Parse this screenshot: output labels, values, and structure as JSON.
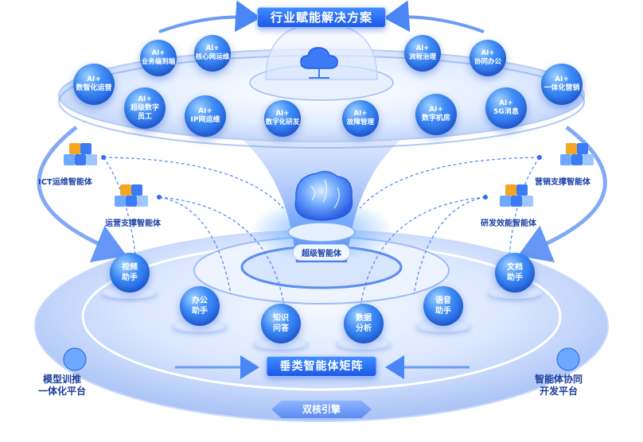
{
  "title": "行业赋能解决方案",
  "matrix_title": "垂类智能体矩阵",
  "core_title": "双核引擎",
  "super_agent": "超级智能体",
  "top_spheres": [
    {
      "lines": [
        "AI+",
        "数智化运营"
      ]
    },
    {
      "lines": [
        "AI+",
        "业务编到端"
      ]
    },
    {
      "lines": [
        "AI+",
        "核心网运维"
      ]
    },
    {
      "lines": [
        "AI+",
        "超级数字",
        "员工"
      ]
    },
    {
      "lines": [
        "AI+",
        "IP网运维"
      ]
    },
    {
      "lines": [
        "AI+",
        "数字化研发"
      ]
    },
    {
      "lines": [
        "AI+",
        "故障管理"
      ]
    },
    {
      "lines": [
        "AI+",
        "数字机房"
      ]
    },
    {
      "lines": [
        "AI+",
        "流程治理"
      ]
    },
    {
      "lines": [
        "AI+",
        "协同办公"
      ]
    },
    {
      "lines": [
        "AI+",
        "5G消息"
      ]
    },
    {
      "lines": [
        "AI+",
        "一体化营销"
      ]
    }
  ],
  "agents": [
    {
      "label": "ICT运维智能体"
    },
    {
      "label": "运营支撑智能体"
    },
    {
      "label": "营销支撑智能体"
    },
    {
      "label": "研发效能智能体"
    }
  ],
  "bottom_spheres": [
    {
      "lines": [
        "视频",
        "助手"
      ]
    },
    {
      "lines": [
        "办公",
        "助手"
      ]
    },
    {
      "lines": [
        "知识",
        "问答"
      ]
    },
    {
      "lines": [
        "数据",
        "分析"
      ]
    },
    {
      "lines": [
        "语音",
        "助手"
      ]
    },
    {
      "lines": [
        "文档",
        "助手"
      ]
    }
  ],
  "platforms": {
    "left": [
      "模型训推",
      "一体化平台"
    ],
    "right": [
      "智能体协同",
      "开发平台"
    ]
  },
  "colors": {
    "primary": "#1e58e8",
    "deep": "#1a3fa8",
    "light": "#dfeaff"
  }
}
